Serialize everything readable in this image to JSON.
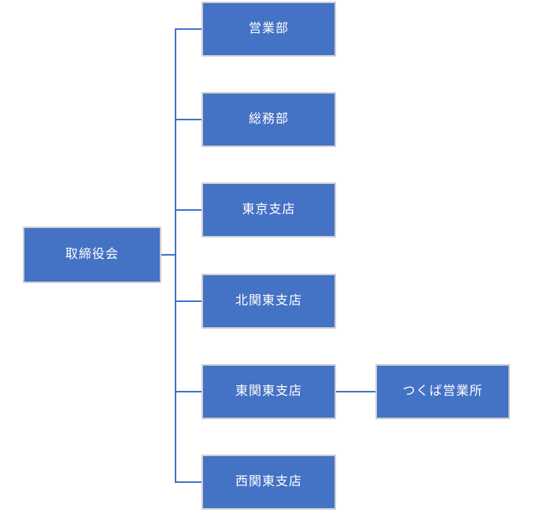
{
  "diagram": {
    "type": "org-chart",
    "background_color": "#FFFFFF",
    "node_fill_color": "#4472C4",
    "node_border_color": "#D0CECE",
    "node_text_color": "#FFFFFF",
    "connector_color": "#4472C4",
    "root": {
      "label": "取締役会"
    },
    "children": [
      {
        "label": "営業部"
      },
      {
        "label": "総務部"
      },
      {
        "label": "東京支店"
      },
      {
        "label": "北関東支店"
      },
      {
        "label": "東関東支店",
        "children": [
          {
            "label": "つくば営業所"
          }
        ]
      },
      {
        "label": "西関東支店"
      }
    ]
  }
}
